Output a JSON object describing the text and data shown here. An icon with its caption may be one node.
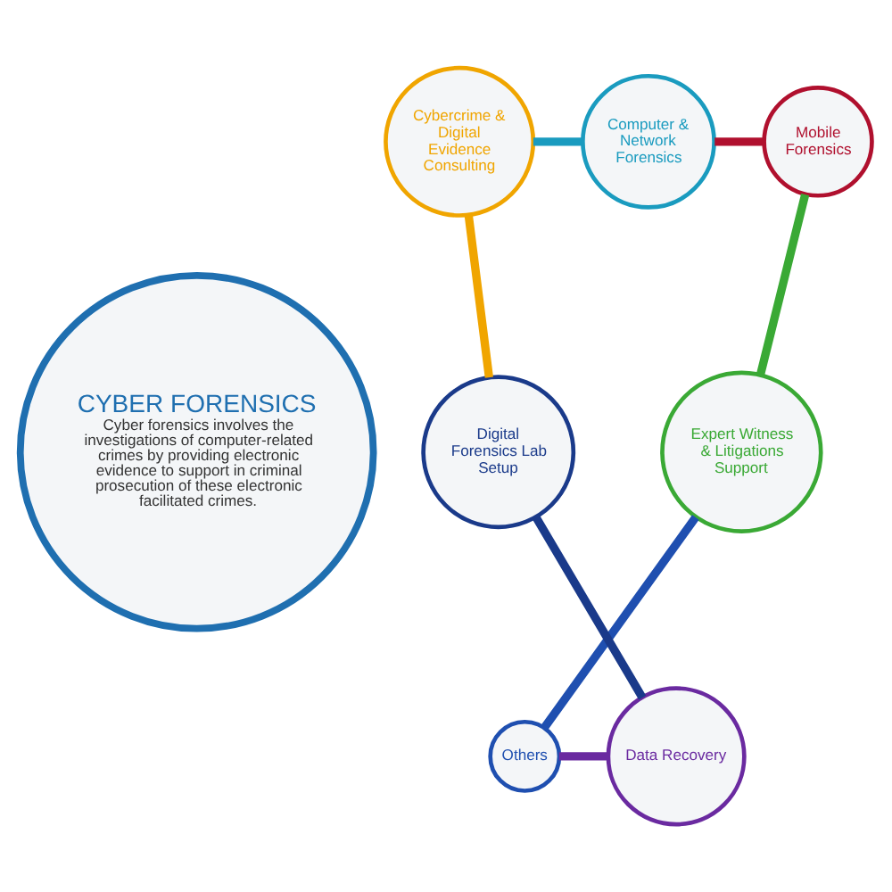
{
  "diagram": {
    "nodes": [
      {
        "text": [
          "CYBER FORENSICS",
          "Cyber forensics involves the investigations of computer-related crimes by providing electronic evidence to support in criminal prosecution of these electronic facilitated crimes."
        ]
      },
      {
        "text": [
          "Computer & Network Forensics"
        ]
      },
      {
        "text": [
          "Mobile Forensics"
        ]
      },
      {
        "text": [
          "Expert Witness & Litigations Support"
        ]
      },
      {
        "text": [
          "Others"
        ]
      },
      {
        "text": [
          "Data Recovery"
        ]
      },
      {
        "text": [
          "Digital Forensics Lab Setup"
        ]
      },
      {
        "text": [
          "Cybercrime & Digital Evidence Consulting"
        ]
      }
    ],
    "edges": [
      {
        "from": 7,
        "to": 1,
        "arrow": "none",
        "color": "#1a9bbf"
      },
      {
        "from": 1,
        "to": 2,
        "arrow": "none",
        "color": "#b0102e"
      },
      {
        "from": 2,
        "to": 3,
        "arrow": "none",
        "color": "#3aa935"
      },
      {
        "from": 3,
        "to": 4,
        "arrow": "none",
        "color": "#1f4fb0"
      },
      {
        "from": 4,
        "to": 5,
        "arrow": "none",
        "color": "#6a2aa0"
      },
      {
        "from": 5,
        "to": 6,
        "arrow": "none",
        "color": "#1a3a8a"
      },
      {
        "from": 6,
        "to": 7,
        "arrow": "none",
        "color": "#f0a500"
      }
    ]
  }
}
